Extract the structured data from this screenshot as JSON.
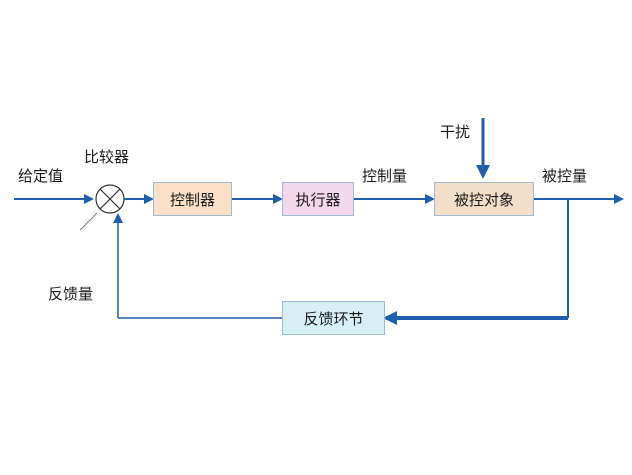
{
  "labels": {
    "setpoint": "给定值",
    "comparator": "比较器",
    "manipulated": "控制量",
    "disturbance": "干扰",
    "controlled": "被控量",
    "feedback": "反馈量"
  },
  "blocks": {
    "controller": "控制器",
    "actuator": "执行器",
    "plant": "被控对象",
    "feedback_element": "反馈环节"
  },
  "colors": {
    "line": "#1f5fae",
    "controller_fill": "#fbe0c8",
    "actuator_fill": "#f3d8ec",
    "plant_fill": "#f3dfc9",
    "feedback_fill": "#d6eff5"
  }
}
